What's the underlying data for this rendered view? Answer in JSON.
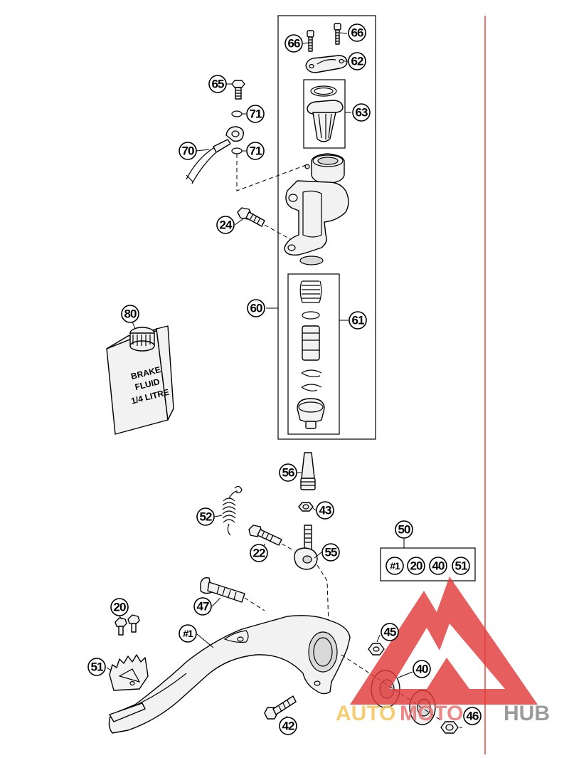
{
  "callouts": [
    {
      "id": "c66a",
      "label": "66"
    },
    {
      "id": "c66b",
      "label": "66"
    },
    {
      "id": "c62",
      "label": "62"
    },
    {
      "id": "c63",
      "label": "63"
    },
    {
      "id": "c65",
      "label": "65"
    },
    {
      "id": "c71a",
      "label": "71"
    },
    {
      "id": "c71b",
      "label": "71"
    },
    {
      "id": "c70",
      "label": "70"
    },
    {
      "id": "c24",
      "label": "24"
    },
    {
      "id": "c60",
      "label": "60"
    },
    {
      "id": "c61",
      "label": "61"
    },
    {
      "id": "c80",
      "label": "80"
    },
    {
      "id": "c56",
      "label": "56"
    },
    {
      "id": "c43",
      "label": "43"
    },
    {
      "id": "c52",
      "label": "52"
    },
    {
      "id": "c22",
      "label": "22"
    },
    {
      "id": "c55",
      "label": "55"
    },
    {
      "id": "c50",
      "label": "50"
    },
    {
      "id": "ck1",
      "label": "#1"
    },
    {
      "id": "ck20",
      "label": "20"
    },
    {
      "id": "ck40",
      "label": "40"
    },
    {
      "id": "ck51",
      "label": "51"
    },
    {
      "id": "c20",
      "label": "20"
    },
    {
      "id": "c47",
      "label": "47"
    },
    {
      "id": "c45",
      "label": "45"
    },
    {
      "id": "c1",
      "label": "#1"
    },
    {
      "id": "c51",
      "label": "51"
    },
    {
      "id": "c40",
      "label": "40"
    },
    {
      "id": "c42",
      "label": "42"
    },
    {
      "id": "c46",
      "label": "46"
    }
  ],
  "brake_fluid": {
    "line1": "BRAKE",
    "line2": "FLUID",
    "line3": "1/4 LITRE"
  },
  "watermark": {
    "part1": "AUTO",
    "part2": "MOTO",
    "part3": "HUB",
    "logo_color": "#e23b3b"
  },
  "colors": {
    "margin_line": "#e23b3b",
    "line": "#000000"
  }
}
